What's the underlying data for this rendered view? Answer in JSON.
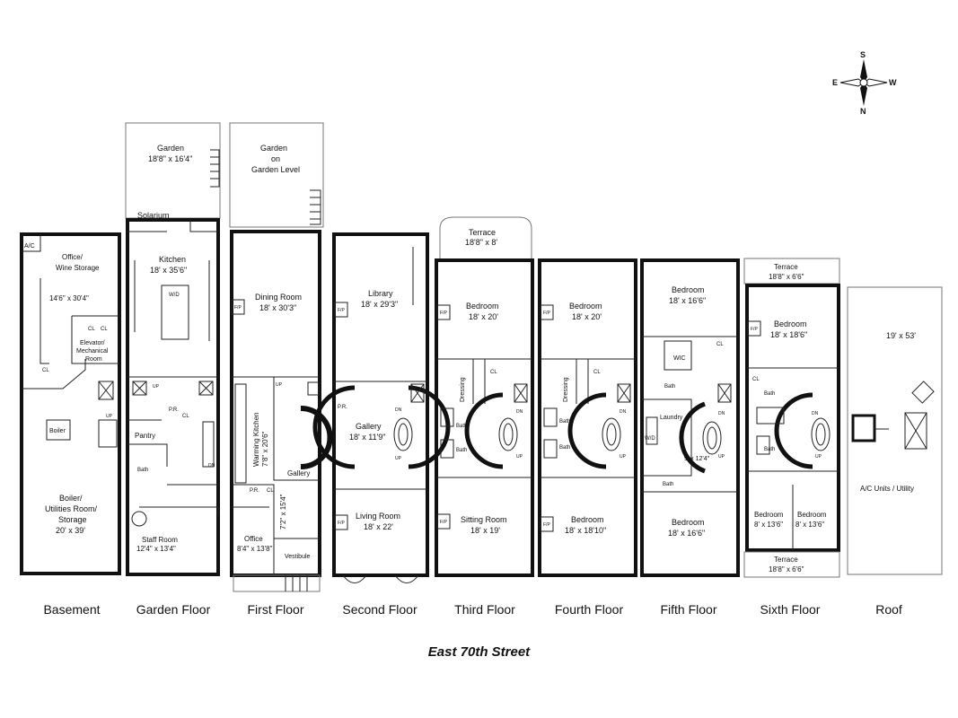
{
  "compass": {
    "n": "N",
    "s": "S",
    "e": "E",
    "w": "W"
  },
  "street": "East 70th Street",
  "floors": [
    {
      "label": "Basement",
      "rooms": [
        {
          "id": "b_ac",
          "name": "A/C"
        },
        {
          "id": "b_office",
          "name": "Office/",
          "dim": "Wine Storage"
        },
        {
          "id": "b_dim",
          "name": "14'6\" x 30'4\""
        },
        {
          "id": "b_cl1",
          "name": "CL"
        },
        {
          "id": "b_cl2",
          "name": "CL"
        },
        {
          "id": "b_elev",
          "name": "Elevator/",
          "dim": "Mechanical"
        },
        {
          "id": "b_room",
          "name": "Room"
        },
        {
          "id": "b_cl3",
          "name": "CL"
        },
        {
          "id": "b_boiler",
          "name": "Boiler"
        },
        {
          "id": "b_util1",
          "name": "Boiler/"
        },
        {
          "id": "b_util2",
          "name": "Utilities Room/"
        },
        {
          "id": "b_util3",
          "name": "Storage"
        },
        {
          "id": "b_util4",
          "name": "20' x 39'"
        },
        {
          "id": "b_up",
          "name": "UP"
        }
      ]
    },
    {
      "label": "Garden Floor",
      "rooms": [
        {
          "id": "g_garden",
          "name": "Garden",
          "dim": "18'8\" x 16'4\""
        },
        {
          "id": "g_sol",
          "name": "Solarium"
        },
        {
          "id": "g_kit",
          "name": "Kitchen",
          "dim": "18' x 35'6\""
        },
        {
          "id": "g_pr",
          "name": "P.R."
        },
        {
          "id": "g_pantry",
          "name": "Pantry"
        },
        {
          "id": "g_bath",
          "name": "Bath"
        },
        {
          "id": "g_staff",
          "name": "Staff Room",
          "dim": "12'4\" x 13'4\""
        },
        {
          "id": "g_cl",
          "name": "CL"
        },
        {
          "id": "g_wd",
          "name": "W/D"
        },
        {
          "id": "g_up",
          "name": "UP"
        },
        {
          "id": "g_dn",
          "name": "DN"
        }
      ]
    },
    {
      "label": "First Floor",
      "rooms": [
        {
          "id": "f_garden1",
          "name": "Garden"
        },
        {
          "id": "f_garden2",
          "name": "on"
        },
        {
          "id": "f_garden3",
          "name": "Garden Level"
        },
        {
          "id": "f_dining",
          "name": "Dining Room",
          "dim": "18' x 30'3\""
        },
        {
          "id": "f_fp",
          "name": "F/P"
        },
        {
          "id": "f_warm",
          "name": "Warming Kitchen",
          "dim": "7'8\" x 20'6\""
        },
        {
          "id": "f_gallery",
          "name": "Gallery"
        },
        {
          "id": "f_gdim",
          "name": "7'2\" x 15'4\""
        },
        {
          "id": "f_pr",
          "name": "P.R."
        },
        {
          "id": "f_cl",
          "name": "CL"
        },
        {
          "id": "f_office",
          "name": "Office",
          "dim": "8'4\" x 13'8\""
        },
        {
          "id": "f_vest",
          "name": "Vestibule"
        },
        {
          "id": "f_up",
          "name": "UP"
        }
      ]
    },
    {
      "label": "Second Floor",
      "rooms": [
        {
          "id": "s_lib",
          "name": "Library",
          "dim": "18' x 29'3\""
        },
        {
          "id": "s_fp",
          "name": "F/P"
        },
        {
          "id": "s_gal",
          "name": "Gallery",
          "dim": "18' x 11'9\""
        },
        {
          "id": "s_pr",
          "name": "P.R."
        },
        {
          "id": "s_living",
          "name": "Living Room",
          "dim": "18' x 22'"
        },
        {
          "id": "s_fp2",
          "name": "F/P"
        },
        {
          "id": "s_up",
          "name": "UP"
        },
        {
          "id": "s_dn",
          "name": "DN"
        }
      ]
    },
    {
      "label": "Third Floor",
      "rooms": [
        {
          "id": "t_terr",
          "name": "Terrace",
          "dim": "18'8\" x 8'"
        },
        {
          "id": "t_bed",
          "name": "Bedroom",
          "dim": "18' x 20'"
        },
        {
          "id": "t_fp",
          "name": "F/P"
        },
        {
          "id": "t_dress",
          "name": "Dressing"
        },
        {
          "id": "t_bath1",
          "name": "Bath"
        },
        {
          "id": "t_bath2",
          "name": "Bath"
        },
        {
          "id": "t_cl",
          "name": "CL"
        },
        {
          "id": "t_sit",
          "name": "Sitting Room",
          "dim": "18' x 19'"
        },
        {
          "id": "t_fp2",
          "name": "F/P"
        },
        {
          "id": "t_up",
          "name": "UP"
        },
        {
          "id": "t_dn",
          "name": "DN"
        }
      ]
    },
    {
      "label": "Fourth Floor",
      "rooms": [
        {
          "id": "o_bed",
          "name": "Bedroom",
          "dim": "18' x 20'"
        },
        {
          "id": "o_fp",
          "name": "F/P"
        },
        {
          "id": "o_dress",
          "name": "Dressing"
        },
        {
          "id": "o_bath1",
          "name": "Bath"
        },
        {
          "id": "o_bath2",
          "name": "Bath"
        },
        {
          "id": "o_cl",
          "name": "CL"
        },
        {
          "id": "o_bed2",
          "name": "Bedroom",
          "dim": "18' x 18'10\""
        },
        {
          "id": "o_fp2",
          "name": "F/P"
        },
        {
          "id": "o_up",
          "name": "UP"
        },
        {
          "id": "o_dn",
          "name": "DN"
        }
      ]
    },
    {
      "label": "Fifth Floor",
      "rooms": [
        {
          "id": "v_bed",
          "name": "Bedroom",
          "dim": "18' x 16'6\""
        },
        {
          "id": "v_wic",
          "name": "WIC"
        },
        {
          "id": "v_bath",
          "name": "Bath"
        },
        {
          "id": "v_laundry",
          "name": "Laundry"
        },
        {
          "id": "v_ldim",
          "name": "9' x 12'4\""
        },
        {
          "id": "v_bath2",
          "name": "Bath"
        },
        {
          "id": "v_bed2",
          "name": "Bedroom",
          "dim": "18' x 16'6\""
        },
        {
          "id": "v_cl",
          "name": "CL"
        },
        {
          "id": "v_wd",
          "name": "W/D"
        },
        {
          "id": "v_up",
          "name": "UP"
        },
        {
          "id": "v_dn",
          "name": "DN"
        }
      ]
    },
    {
      "label": "Sixth Floor",
      "rooms": [
        {
          "id": "x_terr",
          "name": "Terrace",
          "dim": "18'8\" x 6'6\""
        },
        {
          "id": "x_bed",
          "name": "Bedroom",
          "dim": "18' x 18'6\""
        },
        {
          "id": "x_fp",
          "name": "F/P"
        },
        {
          "id": "x_bath1",
          "name": "Bath"
        },
        {
          "id": "x_bath2",
          "name": "Bath"
        },
        {
          "id": "x_cl",
          "name": "CL"
        },
        {
          "id": "x_bed2",
          "name": "Bedroom",
          "dim": "8' x 13'6\""
        },
        {
          "id": "x_bed3",
          "name": "Bedroom",
          "dim": "8' x 13'6\""
        },
        {
          "id": "x_terr2",
          "name": "Terrace",
          "dim": "18'8\" x 6'6\""
        },
        {
          "id": "x_up",
          "name": "UP"
        },
        {
          "id": "x_dn",
          "name": "DN"
        }
      ]
    },
    {
      "label": "Roof",
      "rooms": [
        {
          "id": "r_dim",
          "name": "19' x 53'"
        },
        {
          "id": "r_ac",
          "name": "A/C Units / Utility"
        }
      ]
    }
  ]
}
